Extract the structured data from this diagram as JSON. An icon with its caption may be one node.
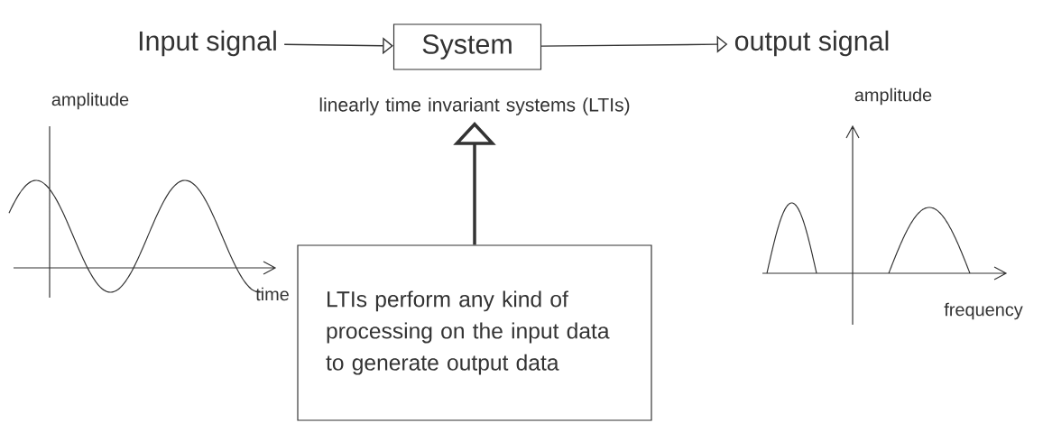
{
  "diagram": {
    "nodes": [
      {
        "text": [
          "Input signal"
        ]
      },
      {
        "text": [
          "System"
        ]
      },
      {
        "text": [
          "output signal"
        ]
      },
      {
        "text": [
          "LTIs perform any kind of processing on the input data to generate output data"
        ]
      },
      {
        "text": [
          "linearly time invariant systems (LTIs)"
        ]
      }
    ],
    "edges": [
      {
        "from": 0,
        "to": 1,
        "arrow": "to"
      },
      {
        "from": 1,
        "to": 2,
        "arrow": "to"
      },
      {
        "from": 3,
        "to": 4,
        "arrow": "to",
        "style": "thick"
      }
    ],
    "labels": [
      "amplitude",
      "time",
      "amplitude",
      "frequency"
    ]
  }
}
